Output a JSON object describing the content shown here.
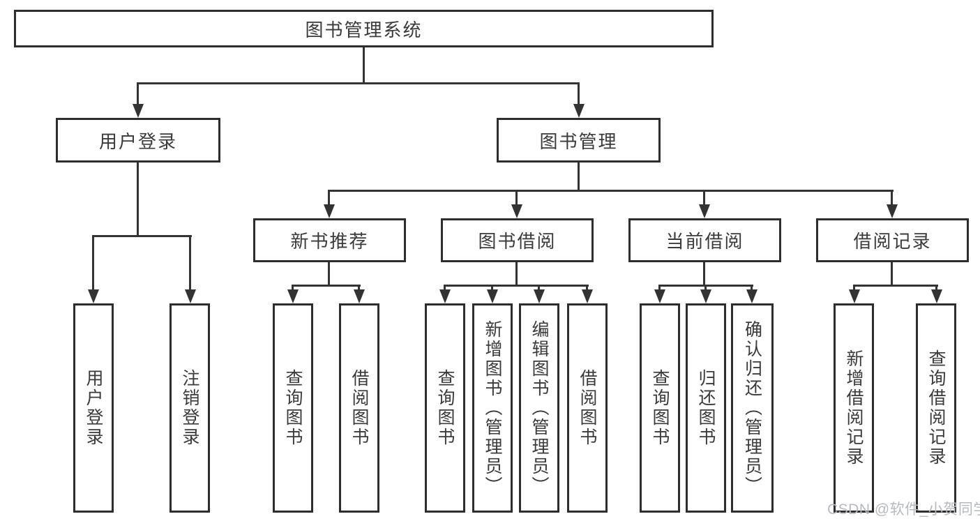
{
  "tree": {
    "root": {
      "label": "图书管理系统",
      "children": [
        {
          "label": "用户登录",
          "children": [
            {
              "label": "用户登录"
            },
            {
              "label": "注销登录"
            }
          ]
        },
        {
          "label": "图书管理",
          "children": [
            {
              "label": "新书推荐",
              "children": [
                {
                  "label": "查询图书"
                },
                {
                  "label": "借阅图书"
                }
              ]
            },
            {
              "label": "图书借阅",
              "children": [
                {
                  "label": "查询图书"
                },
                {
                  "label": "新增图书（管理员）"
                },
                {
                  "label": "编辑图书（管理员）"
                },
                {
                  "label": "借阅图书"
                }
              ]
            },
            {
              "label": "当前借阅",
              "children": [
                {
                  "label": "查询图书"
                },
                {
                  "label": "归还图书"
                },
                {
                  "label": "确认归还（管理员）"
                }
              ]
            },
            {
              "label": "借阅记录",
              "children": [
                {
                  "label": "新增借阅记录"
                },
                {
                  "label": "查询借阅记录"
                }
              ]
            }
          ]
        }
      ]
    }
  },
  "watermark": {
    "text": "CSDN @软件_小贺同学",
    "color": "#b6bac0"
  },
  "colors": {
    "line": "#333333",
    "box_border": "#2d2d2d",
    "box_fill": "#ffffff",
    "text": "#3a3a3a"
  }
}
